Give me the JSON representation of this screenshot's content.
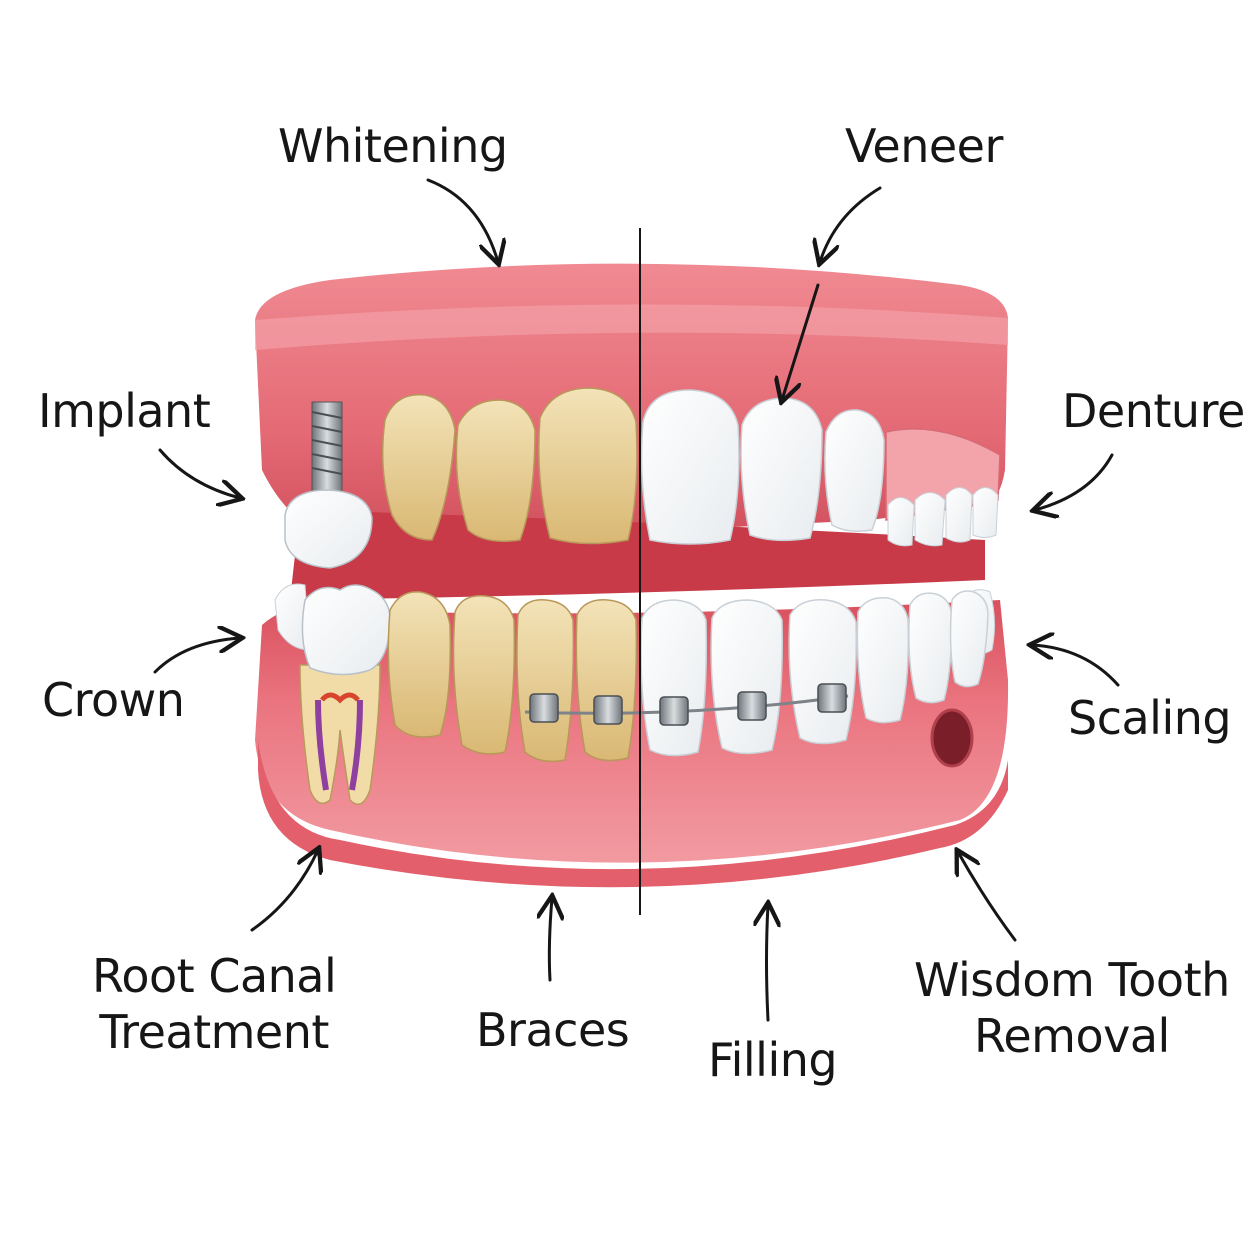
{
  "diagram": {
    "labels": {
      "whitening": "Whitening",
      "veneer": "Veneer",
      "implant": "Implant",
      "denture": "Denture",
      "crown": "Crown",
      "scaling": "Scaling",
      "root_canal": [
        "Root Canal",
        "Treatment"
      ],
      "braces": "Braces",
      "filling": "Filling",
      "wisdom_tooth": [
        "Wisdom Tooth",
        "Removal"
      ]
    },
    "colors": {
      "gum": "#e8707a",
      "gum_dark": "#c9434f",
      "stained_tooth": "#ecd6a4",
      "clean_tooth": "#ffffff",
      "ink": "#161616",
      "metal": "#9aa0a6"
    }
  }
}
